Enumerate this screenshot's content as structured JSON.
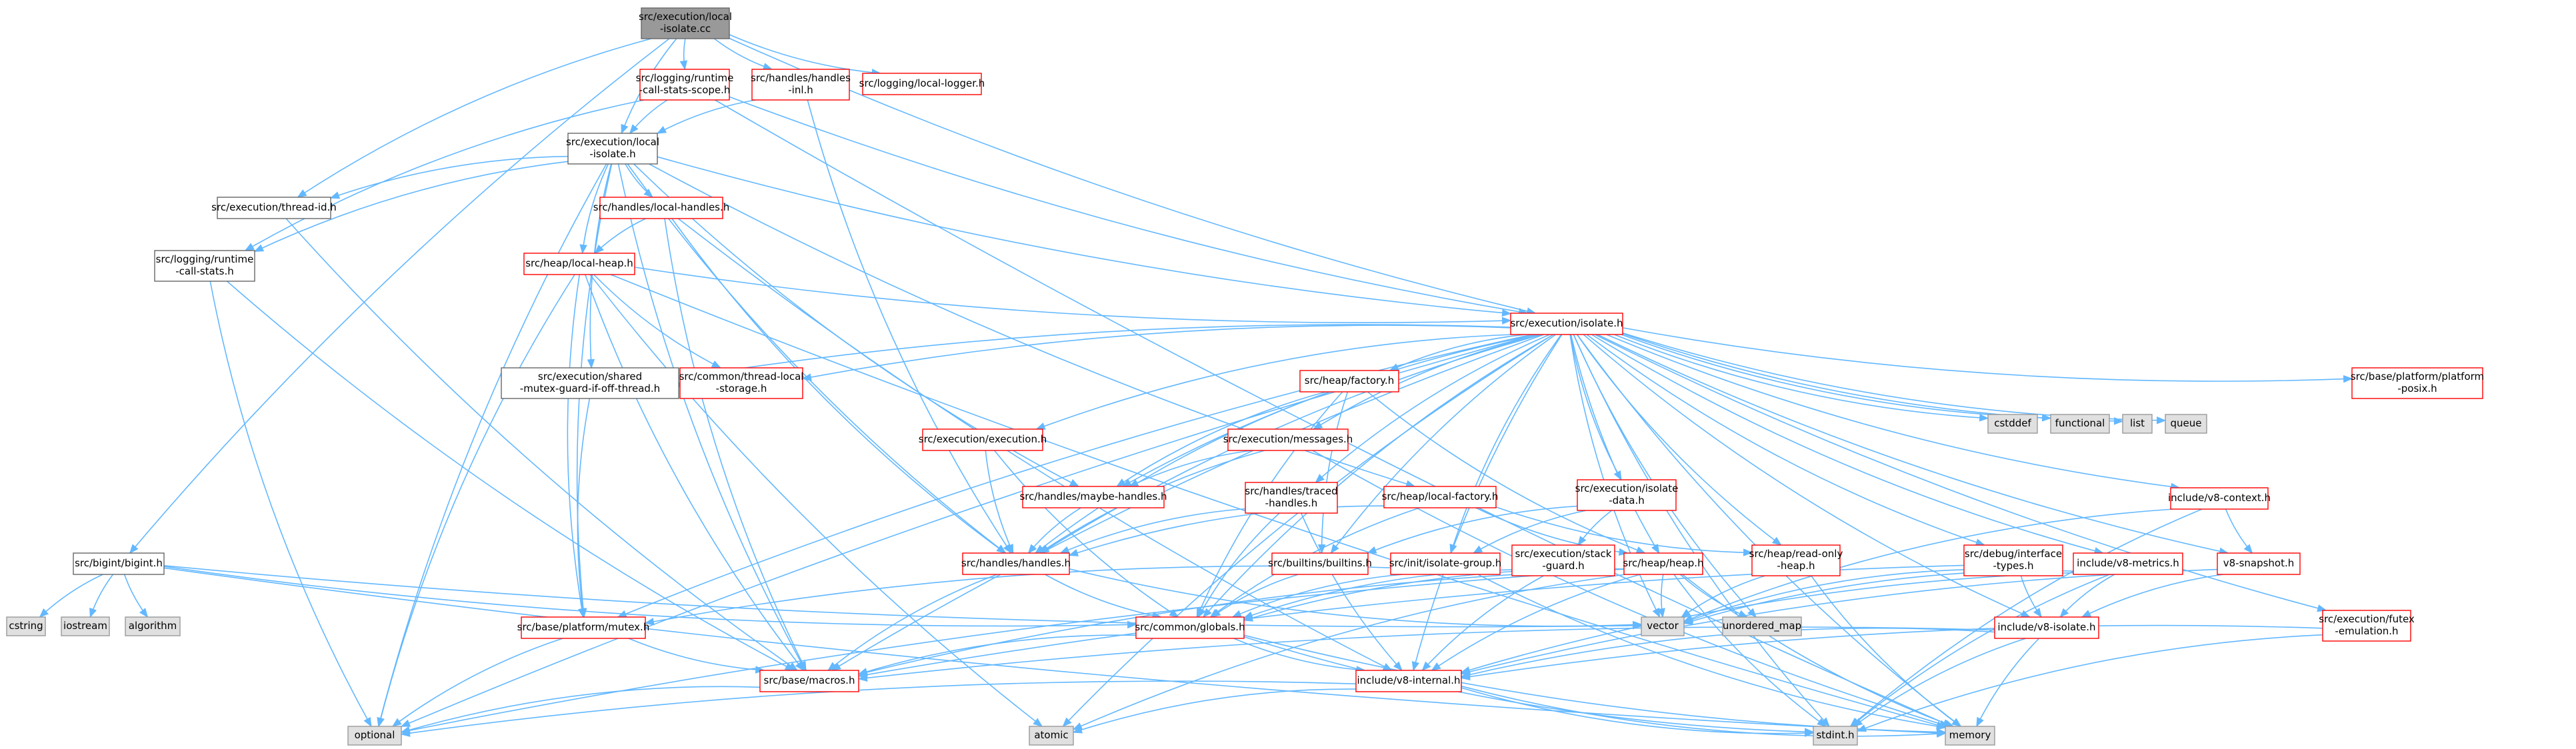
{
  "colors": {
    "edge": "#63b8ff",
    "root_fill": "#999999",
    "root_stroke": "#666666",
    "missing_fill": "#e0e0e0",
    "missing_stroke": "#999999",
    "file_stroke": "#ff0000",
    "plain_stroke": "#666666"
  },
  "nodes": [
    {
      "id": "root",
      "kind": "root",
      "lines": [
        "src/execution/local",
        "-isolate.cc"
      ]
    },
    {
      "id": "lrcss",
      "kind": "file",
      "lines": [
        "src/logging/runtime",
        "-call-stats-scope.h"
      ]
    },
    {
      "id": "hinl",
      "kind": "file",
      "lines": [
        "src/handles/handles",
        "-inl.h"
      ]
    },
    {
      "id": "llogger",
      "kind": "file",
      "lines": [
        "src/logging/local-logger.h"
      ]
    },
    {
      "id": "eli",
      "kind": "plain",
      "lines": [
        "src/execution/local",
        "-isolate.h"
      ]
    },
    {
      "id": "tid",
      "kind": "plain",
      "lines": [
        "src/execution/thread-id.h"
      ]
    },
    {
      "id": "lh",
      "kind": "file",
      "lines": [
        "src/handles/local-handles.h"
      ]
    },
    {
      "id": "lrcs",
      "kind": "plain",
      "lines": [
        "src/logging/runtime",
        "-call-stats.h"
      ]
    },
    {
      "id": "lheap",
      "kind": "file",
      "lines": [
        "src/heap/local-heap.h"
      ]
    },
    {
      "id": "iso",
      "kind": "file",
      "lines": [
        "src/execution/isolate.h"
      ]
    },
    {
      "id": "smg",
      "kind": "plain",
      "lines": [
        "src/execution/shared",
        "-mutex-guard-if-off-thread.h"
      ]
    },
    {
      "id": "tls",
      "kind": "file",
      "lines": [
        "src/common/thread-local",
        "-storage.h"
      ]
    },
    {
      "id": "fac",
      "kind": "file",
      "lines": [
        "src/heap/factory.h"
      ]
    },
    {
      "id": "exec",
      "kind": "file",
      "lines": [
        "src/execution/execution.h"
      ]
    },
    {
      "id": "msgs",
      "kind": "file",
      "lines": [
        "src/execution/messages.h"
      ]
    },
    {
      "id": "maybe",
      "kind": "file",
      "lines": [
        "src/handles/maybe-handles.h"
      ]
    },
    {
      "id": "traced",
      "kind": "file",
      "lines": [
        "src/handles/traced",
        "-handles.h"
      ]
    },
    {
      "id": "lfac",
      "kind": "file",
      "lines": [
        "src/heap/local-factory.h"
      ]
    },
    {
      "id": "isodata",
      "kind": "file",
      "lines": [
        "src/execution/isolate",
        "-data.h"
      ]
    },
    {
      "id": "handles",
      "kind": "file",
      "lines": [
        "src/handles/handles.h"
      ]
    },
    {
      "id": "builtins",
      "kind": "file",
      "lines": [
        "src/builtins/builtins.h"
      ]
    },
    {
      "id": "isogrp",
      "kind": "file",
      "lines": [
        "src/init/isolate-group.h"
      ]
    },
    {
      "id": "stackg",
      "kind": "file",
      "lines": [
        "src/execution/stack",
        "-guard.h"
      ]
    },
    {
      "id": "heap",
      "kind": "file",
      "lines": [
        "src/heap/heap.h"
      ]
    },
    {
      "id": "roheap",
      "kind": "file",
      "lines": [
        "src/heap/read-only",
        "-heap.h"
      ]
    },
    {
      "id": "dbg",
      "kind": "file",
      "lines": [
        "src/debug/interface",
        "-types.h"
      ]
    },
    {
      "id": "v8metrics",
      "kind": "file",
      "lines": [
        "include/v8-metrics.h"
      ]
    },
    {
      "id": "v8ctx",
      "kind": "file",
      "lines": [
        "include/v8-context.h"
      ]
    },
    {
      "id": "v8snap",
      "kind": "file",
      "lines": [
        "v8-snapshot.h"
      ]
    },
    {
      "id": "v8iso",
      "kind": "file",
      "lines": [
        "include/v8-isolate.h"
      ]
    },
    {
      "id": "futex",
      "kind": "file",
      "lines": [
        "src/execution/futex",
        "-emulation.h"
      ]
    },
    {
      "id": "posix",
      "kind": "file",
      "lines": [
        "src/base/platform/platform",
        "-posix.h"
      ]
    },
    {
      "id": "bigint",
      "kind": "plain",
      "lines": [
        "src/bigint/bigint.h"
      ]
    },
    {
      "id": "mutex",
      "kind": "file",
      "lines": [
        "src/base/platform/mutex.h"
      ]
    },
    {
      "id": "globals",
      "kind": "file",
      "lines": [
        "src/common/globals.h"
      ]
    },
    {
      "id": "macros",
      "kind": "file",
      "lines": [
        "src/base/macros.h"
      ]
    },
    {
      "id": "v8int",
      "kind": "file",
      "lines": [
        "include/v8-internal.h"
      ]
    },
    {
      "id": "cstring",
      "kind": "missing",
      "lines": [
        "cstring"
      ]
    },
    {
      "id": "iostream",
      "kind": "missing",
      "lines": [
        "iostream"
      ]
    },
    {
      "id": "algorithm",
      "kind": "missing",
      "lines": [
        "algorithm"
      ]
    },
    {
      "id": "optional",
      "kind": "missing",
      "lines": [
        "optional"
      ]
    },
    {
      "id": "atomic",
      "kind": "missing",
      "lines": [
        "atomic"
      ]
    },
    {
      "id": "stdint",
      "kind": "missing",
      "lines": [
        "stdint.h"
      ]
    },
    {
      "id": "memory",
      "kind": "missing",
      "lines": [
        "memory"
      ]
    },
    {
      "id": "vector",
      "kind": "missing",
      "lines": [
        "vector"
      ]
    },
    {
      "id": "umap",
      "kind": "missing",
      "lines": [
        "unordered_map"
      ]
    },
    {
      "id": "cstddef",
      "kind": "missing",
      "lines": [
        "cstddef"
      ]
    },
    {
      "id": "functional",
      "kind": "missing",
      "lines": [
        "functional"
      ]
    },
    {
      "id": "list",
      "kind": "missing",
      "lines": [
        "list"
      ]
    },
    {
      "id": "queue",
      "kind": "missing",
      "lines": [
        "queue"
      ]
    }
  ],
  "edges": [
    [
      "root",
      "lrcss"
    ],
    [
      "root",
      "hinl"
    ],
    [
      "root",
      "llogger"
    ],
    [
      "root",
      "eli"
    ],
    [
      "root",
      "tid"
    ],
    [
      "root",
      "iso"
    ],
    [
      "root",
      "bigint"
    ],
    [
      "lrcss",
      "eli"
    ],
    [
      "lrcss",
      "lrcs"
    ],
    [
      "lrcss",
      "iso"
    ],
    [
      "lrcss",
      "memory"
    ],
    [
      "hinl",
      "eli"
    ],
    [
      "hinl",
      "handles"
    ],
    [
      "eli",
      "tid"
    ],
    [
      "eli",
      "lh"
    ],
    [
      "eli",
      "lheap"
    ],
    [
      "eli",
      "lrcs"
    ],
    [
      "eli",
      "iso"
    ],
    [
      "eli",
      "smg"
    ],
    [
      "eli",
      "lfac"
    ],
    [
      "eli",
      "maybe"
    ],
    [
      "eli",
      "handles"
    ],
    [
      "eli",
      "macros"
    ],
    [
      "eli",
      "optional"
    ],
    [
      "eli",
      "mutex"
    ],
    [
      "tid",
      "macros"
    ],
    [
      "lh",
      "lheap"
    ],
    [
      "lh",
      "handles"
    ],
    [
      "lh",
      "v8int"
    ],
    [
      "lh",
      "macros"
    ],
    [
      "lrcs",
      "optional"
    ],
    [
      "lrcs",
      "macros"
    ],
    [
      "lheap",
      "iso"
    ],
    [
      "lheap",
      "tls"
    ],
    [
      "lheap",
      "mutex"
    ],
    [
      "lheap",
      "macros"
    ],
    [
      "lheap",
      "optional"
    ],
    [
      "lheap",
      "atomic"
    ],
    [
      "lheap",
      "memory"
    ],
    [
      "iso",
      "smg"
    ],
    [
      "iso",
      "tls"
    ],
    [
      "iso",
      "fac"
    ],
    [
      "iso",
      "exec"
    ],
    [
      "iso",
      "msgs"
    ],
    [
      "iso",
      "maybe"
    ],
    [
      "iso",
      "handles"
    ],
    [
      "iso",
      "traced"
    ],
    [
      "iso",
      "isodata"
    ],
    [
      "iso",
      "builtins"
    ],
    [
      "iso",
      "isogrp"
    ],
    [
      "iso",
      "heap"
    ],
    [
      "iso",
      "roheap"
    ],
    [
      "iso",
      "dbg"
    ],
    [
      "iso",
      "v8metrics"
    ],
    [
      "iso",
      "v8ctx"
    ],
    [
      "iso",
      "v8snap"
    ],
    [
      "iso",
      "v8iso"
    ],
    [
      "iso",
      "futex"
    ],
    [
      "iso",
      "posix"
    ],
    [
      "iso",
      "mutex"
    ],
    [
      "iso",
      "globals"
    ],
    [
      "iso",
      "macros"
    ],
    [
      "iso",
      "v8int"
    ],
    [
      "iso",
      "optional"
    ],
    [
      "iso",
      "atomic"
    ],
    [
      "iso",
      "vector"
    ],
    [
      "iso",
      "umap"
    ],
    [
      "iso",
      "cstddef"
    ],
    [
      "iso",
      "functional"
    ],
    [
      "iso",
      "list"
    ],
    [
      "iso",
      "queue"
    ],
    [
      "iso",
      "memory"
    ],
    [
      "iso",
      "stdint"
    ],
    [
      "smg",
      "mutex"
    ],
    [
      "fac",
      "maybe"
    ],
    [
      "fac",
      "handles"
    ],
    [
      "fac",
      "heap"
    ],
    [
      "fac",
      "builtins"
    ],
    [
      "fac",
      "globals"
    ],
    [
      "exec",
      "globals"
    ],
    [
      "exec",
      "handles"
    ],
    [
      "msgs",
      "maybe"
    ],
    [
      "msgs",
      "handles"
    ],
    [
      "msgs",
      "memory"
    ],
    [
      "maybe",
      "handles"
    ],
    [
      "traced",
      "globals"
    ],
    [
      "traced",
      "handles"
    ],
    [
      "traced",
      "v8int"
    ],
    [
      "lfac",
      "handles"
    ],
    [
      "lfac",
      "heap"
    ],
    [
      "lfac",
      "roheap"
    ],
    [
      "lfac",
      "globals"
    ],
    [
      "isodata",
      "stackg"
    ],
    [
      "isodata",
      "builtins"
    ],
    [
      "isodata",
      "isogrp"
    ],
    [
      "handles",
      "globals"
    ],
    [
      "handles",
      "macros"
    ],
    [
      "handles",
      "vector"
    ],
    [
      "builtins",
      "globals"
    ],
    [
      "isogrp",
      "globals"
    ],
    [
      "isogrp",
      "mutex"
    ],
    [
      "isogrp",
      "memory"
    ],
    [
      "stackg",
      "globals"
    ],
    [
      "stackg",
      "v8int"
    ],
    [
      "heap",
      "globals"
    ],
    [
      "heap",
      "v8int"
    ],
    [
      "heap",
      "vector"
    ],
    [
      "heap",
      "umap"
    ],
    [
      "heap",
      "optional"
    ],
    [
      "heap",
      "atomic"
    ],
    [
      "heap",
      "memory"
    ],
    [
      "heap",
      "stdint"
    ],
    [
      "heap",
      "macros"
    ],
    [
      "roheap",
      "vector"
    ],
    [
      "roheap",
      "memory"
    ],
    [
      "dbg",
      "v8iso"
    ],
    [
      "dbg",
      "vector"
    ],
    [
      "dbg",
      "macros"
    ],
    [
      "v8metrics",
      "v8iso"
    ],
    [
      "v8metrics",
      "v8int"
    ],
    [
      "v8metrics",
      "vector"
    ],
    [
      "v8metrics",
      "stdint"
    ],
    [
      "v8ctx",
      "v8snap"
    ],
    [
      "v8ctx",
      "stdint"
    ],
    [
      "v8ctx",
      "vector"
    ],
    [
      "v8snap",
      "v8iso"
    ],
    [
      "v8snap",
      "v8int"
    ],
    [
      "v8iso",
      "v8int"
    ],
    [
      "v8iso",
      "memory"
    ],
    [
      "v8iso",
      "stdint"
    ],
    [
      "v8iso",
      "macros"
    ],
    [
      "futex",
      "v8int"
    ],
    [
      "futex",
      "stdint"
    ],
    [
      "bigint",
      "cstring"
    ],
    [
      "bigint",
      "iostream"
    ],
    [
      "bigint",
      "algorithm"
    ],
    [
      "bigint",
      "vector"
    ],
    [
      "bigint",
      "memory"
    ],
    [
      "bigint",
      "globals"
    ],
    [
      "mutex",
      "macros"
    ],
    [
      "mutex",
      "optional"
    ],
    [
      "globals",
      "v8int"
    ],
    [
      "globals",
      "macros"
    ],
    [
      "globals",
      "stdint"
    ],
    [
      "globals",
      "memory"
    ],
    [
      "v8int",
      "optional"
    ],
    [
      "v8int",
      "atomic"
    ],
    [
      "v8int",
      "stdint"
    ],
    [
      "v8int",
      "memory"
    ],
    [
      "macros",
      "optional"
    ]
  ]
}
